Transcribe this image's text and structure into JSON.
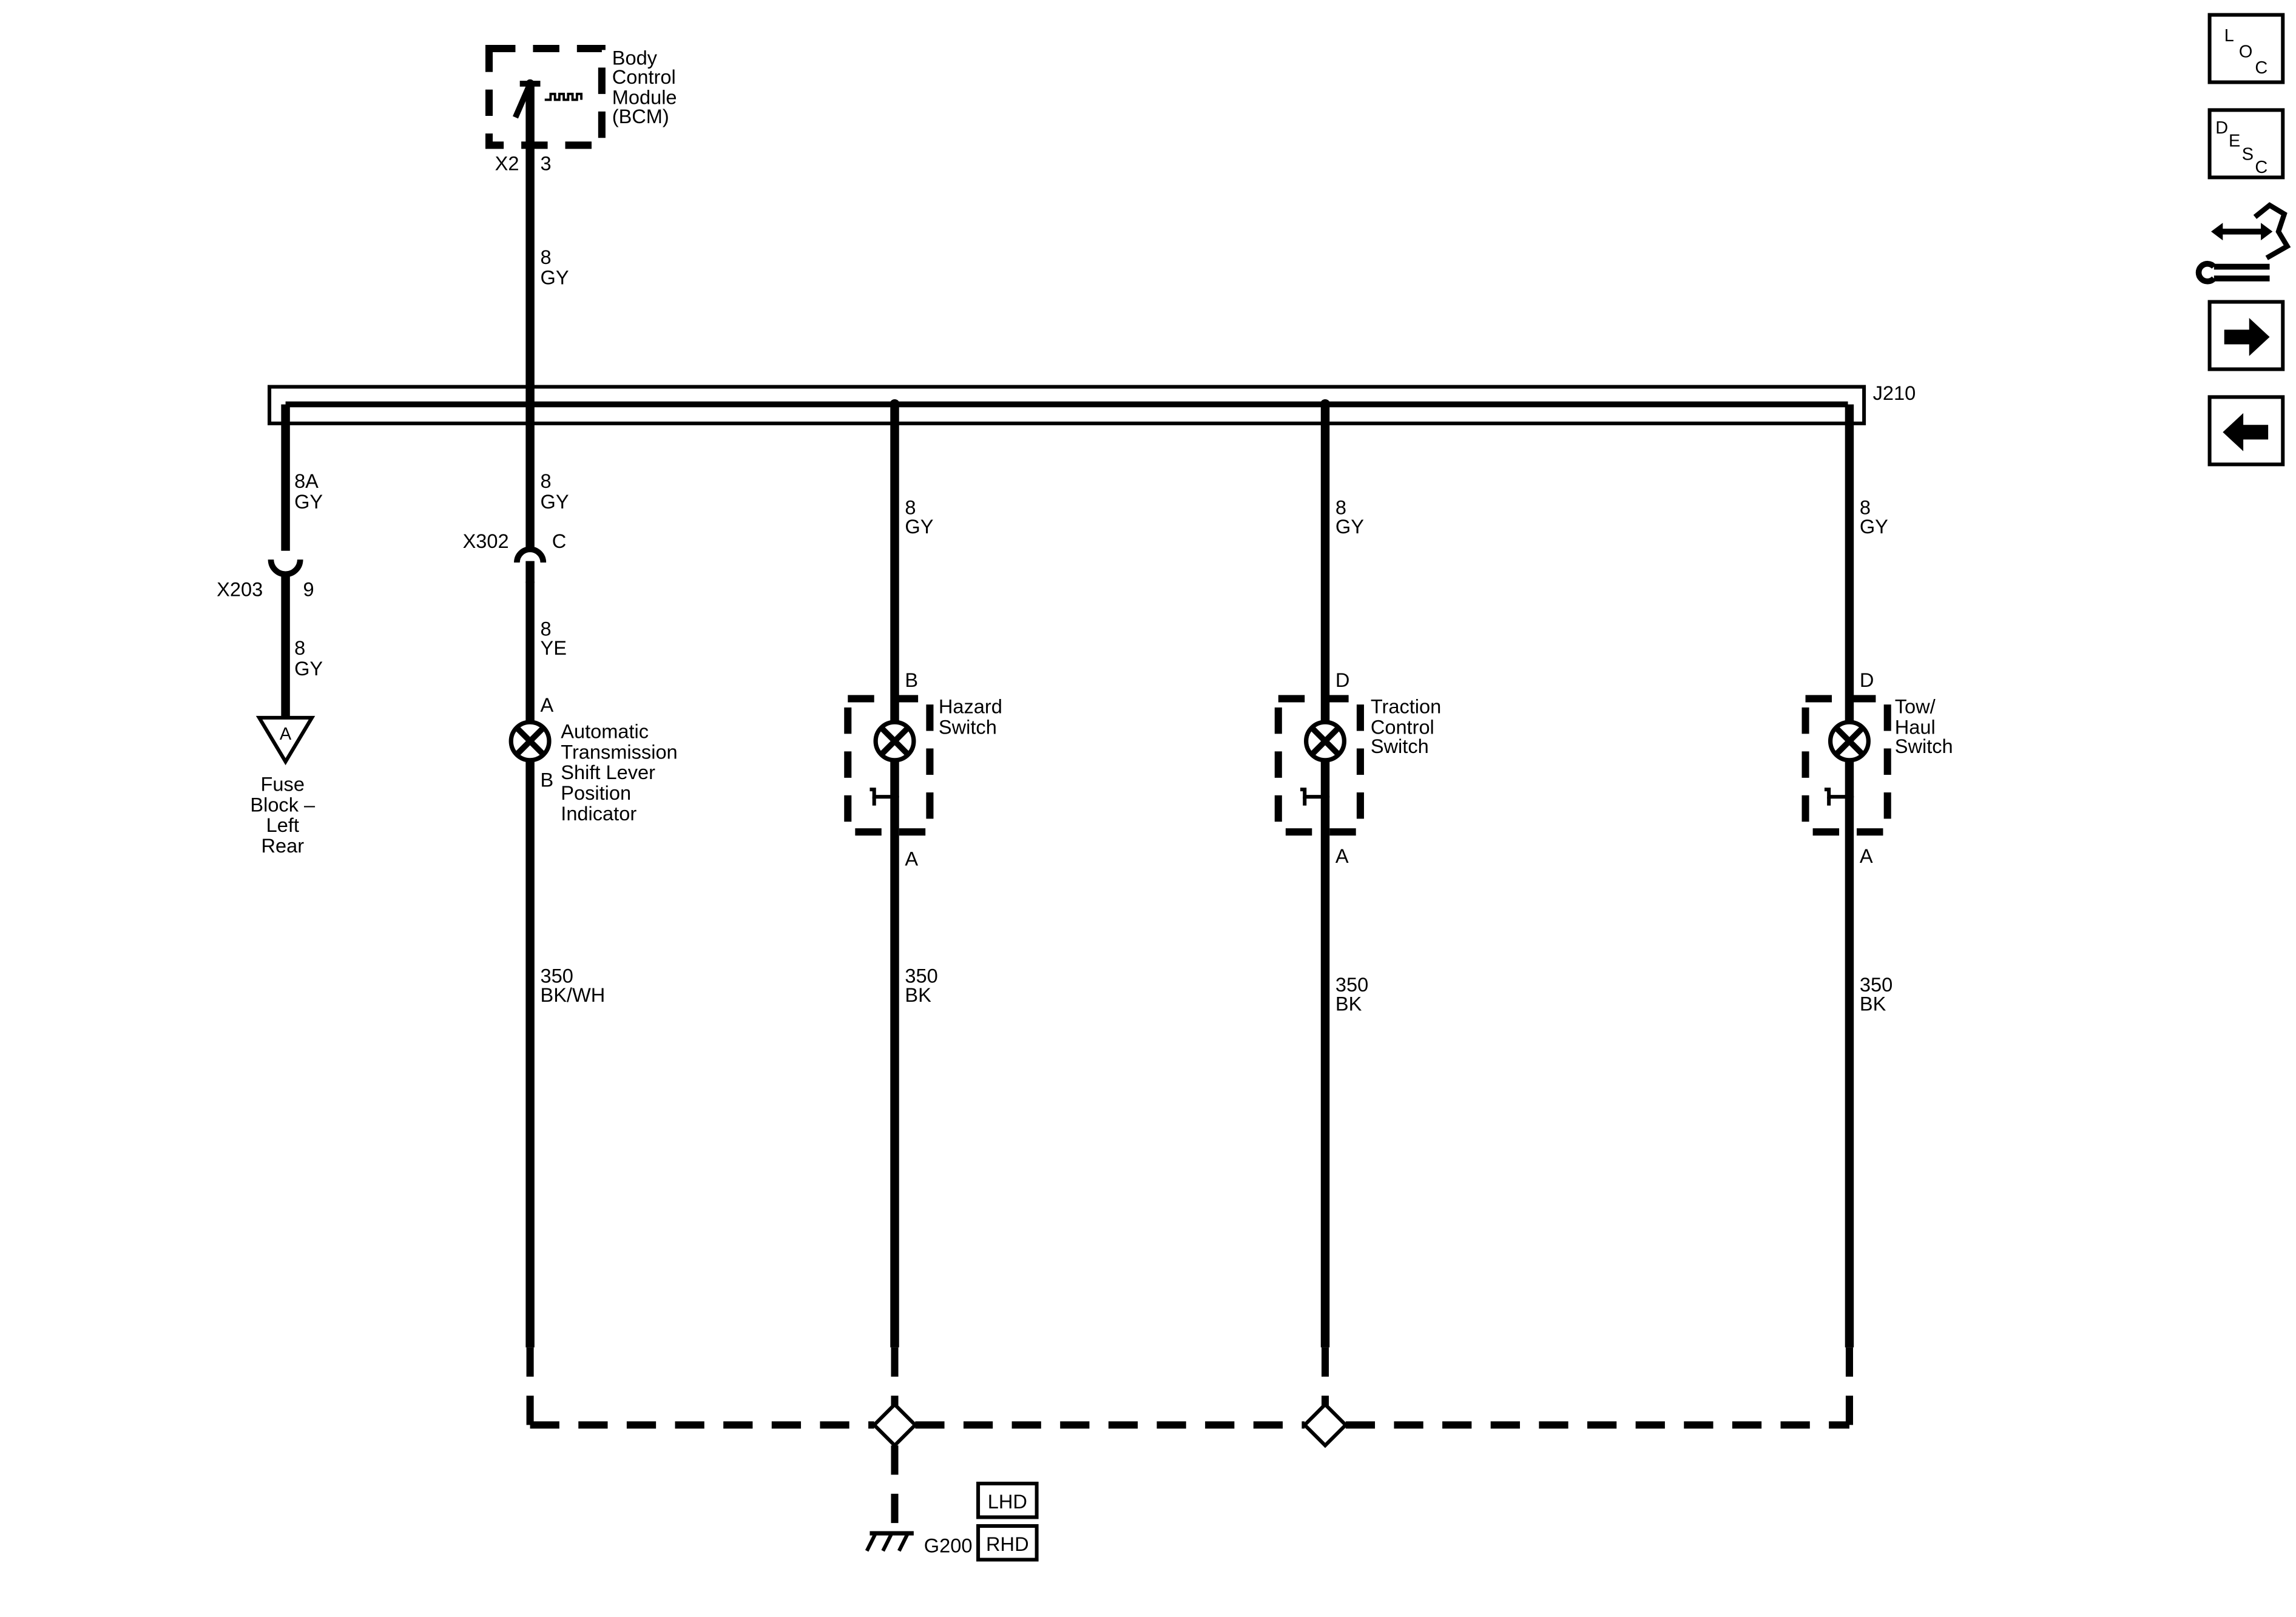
{
  "modules": {
    "bcm": {
      "name": [
        "Body",
        "Control",
        "Module",
        "(BCM)"
      ],
      "connector": "X2",
      "pin": "3"
    },
    "splice": "J210",
    "fuse_block": {
      "connector": "X203",
      "pin": "9",
      "terminal": "A",
      "name": [
        "Fuse",
        "Block –",
        "Left",
        "Rear"
      ]
    },
    "inline": {
      "connector": "X302",
      "pin": "C"
    },
    "ats_indicator": {
      "pin_top": "A",
      "pin_bottom": "B",
      "name": [
        "Automatic",
        "Transmission",
        "Shift Lever",
        "Position",
        "Indicator"
      ]
    },
    "hazard": {
      "pin_top": "B",
      "pin_bottom": "A",
      "name": [
        "Hazard",
        "Switch"
      ]
    },
    "traction": {
      "pin_top": "D",
      "pin_bottom": "A",
      "name": [
        "Traction",
        "Control",
        "Switch"
      ]
    },
    "towhaul": {
      "pin_top": "D",
      "pin_bottom": "A",
      "name": [
        "Tow/",
        "Haul",
        "Switch"
      ]
    },
    "ground": {
      "name": "G200",
      "options": [
        "LHD",
        "RHD"
      ]
    }
  },
  "wires": {
    "bcm_out": {
      "circuit": "8",
      "color": "GY"
    },
    "fuse_up": {
      "circuit": "8A",
      "color": "GY"
    },
    "fuse_down": {
      "circuit": "8",
      "color": "GY"
    },
    "ats_up": {
      "circuit": "8",
      "color": "GY"
    },
    "ats_down": {
      "circuit": "8",
      "color": "YE"
    },
    "ats_ground": {
      "circuit": "350",
      "color": "BK/WH"
    },
    "hazard_feed": {
      "circuit": "8",
      "color": "GY"
    },
    "hazard_ground": {
      "circuit": "350",
      "color": "BK"
    },
    "traction_feed": {
      "circuit": "8",
      "color": "GY"
    },
    "traction_ground": {
      "circuit": "350",
      "color": "BK"
    },
    "towhaul_feed": {
      "circuit": "8",
      "color": "GY"
    },
    "towhaul_ground": {
      "circuit": "350",
      "color": "BK"
    }
  },
  "nav": {
    "loc": [
      "L",
      "O",
      "C"
    ],
    "desc": [
      "D",
      "E",
      "S",
      "C"
    ],
    "tools_icon": "connector-repair-icon",
    "next_icon": "arrow-right-icon",
    "prev_icon": "arrow-left-icon"
  }
}
